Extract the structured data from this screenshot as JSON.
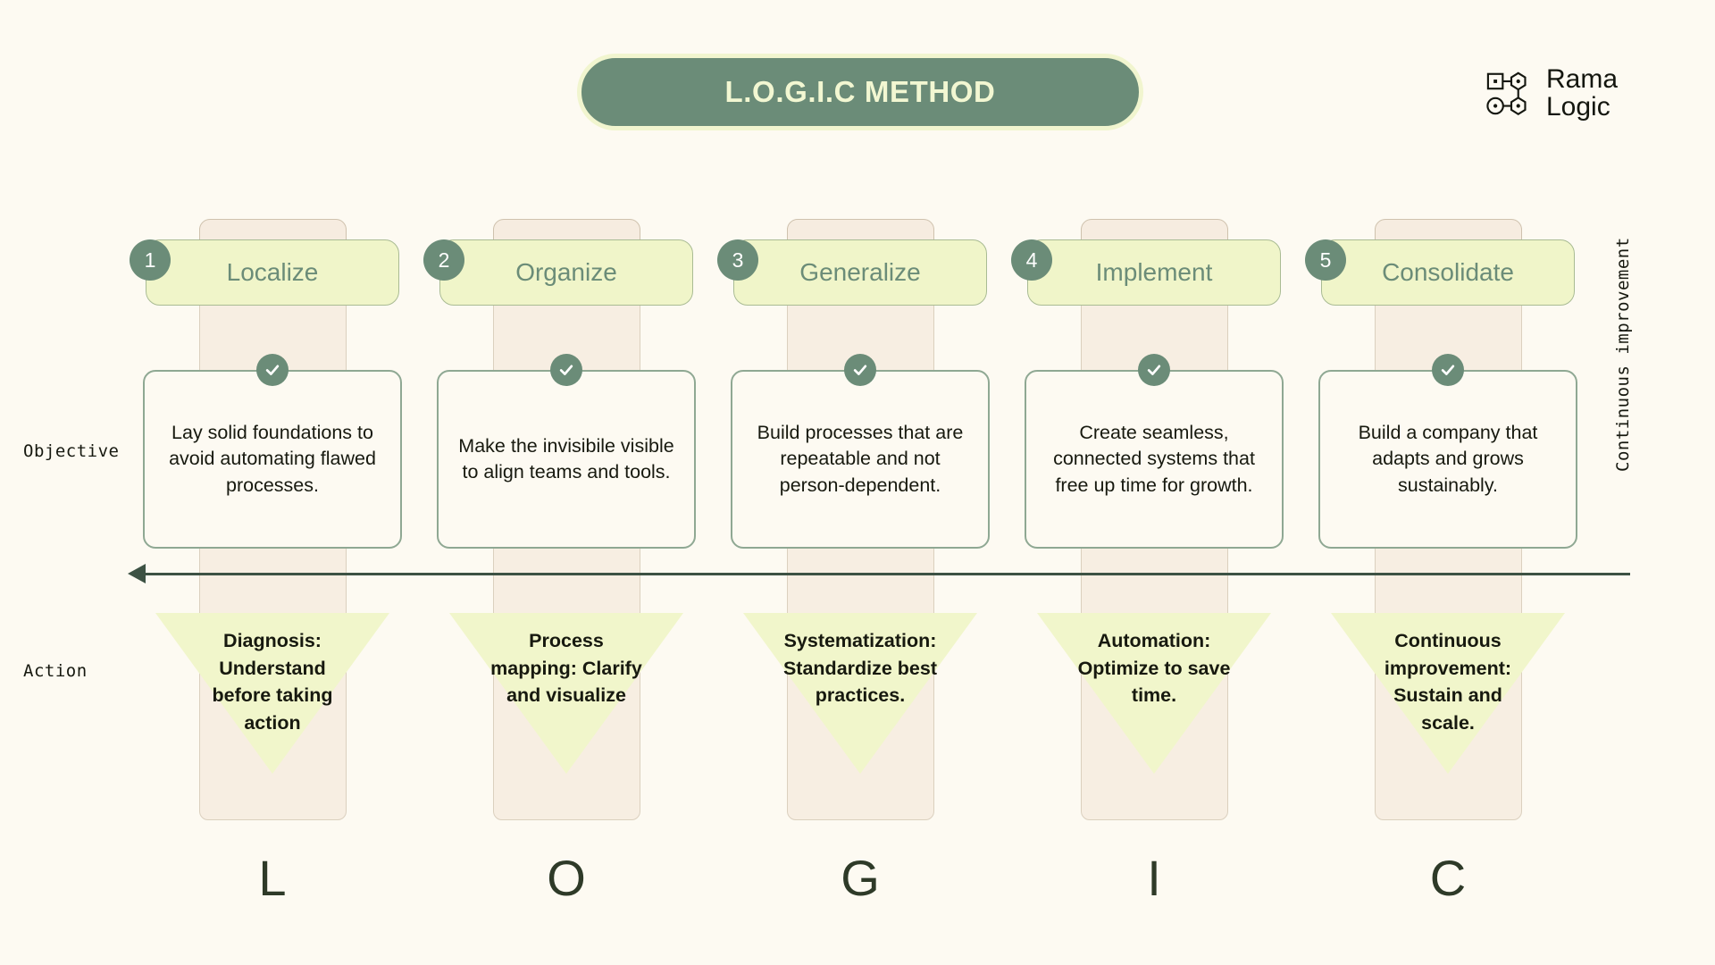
{
  "header": {
    "title": "L.O.G.I.C METHOD",
    "logo": {
      "line1": "Rama",
      "line2": "Logic",
      "icon": "node-network-icon"
    }
  },
  "axes": {
    "row_objective": "Objective",
    "row_action": "Action",
    "right_vertical": "Continuous improvement",
    "arrow_direction": "left"
  },
  "colors": {
    "background": "#fdfaf2",
    "accent_green": "#6b8c78",
    "pill_yellow": "#f0f5c9",
    "column_beige": "#f6ece0",
    "triangle_yellow": "#f1f6cb",
    "arrow_dark": "#3d5244",
    "card_border": "#8fa893",
    "letter_dark": "#2e3a28"
  },
  "stages": [
    {
      "number": "1",
      "name": "Localize",
      "letter": "L",
      "objective": "Lay solid foundations to avoid automating flawed processes.",
      "action": "Diagnosis: Understand before taking action",
      "check": "check-icon"
    },
    {
      "number": "2",
      "name": "Organize",
      "letter": "O",
      "objective": "Make the invisibile visible to align teams and tools.",
      "action": "Process mapping: Clarify and visualize",
      "check": "check-icon"
    },
    {
      "number": "3",
      "name": "Generalize",
      "letter": "G",
      "objective": "Build processes that are repeatable and not person-dependent.",
      "action": "Systematization: Standardize best practices.",
      "check": "check-icon"
    },
    {
      "number": "4",
      "name": "Implement",
      "letter": "I",
      "objective": "Create seamless, connected systems that free up time for growth.",
      "action": "Automation: Optimize to save time.",
      "check": "check-icon"
    },
    {
      "number": "5",
      "name": "Consolidate",
      "letter": "C",
      "objective": "Build a company that adapts and grows sustainably.",
      "action": "Continuous improvement: Sustain and scale.",
      "check": "check-icon"
    }
  ]
}
